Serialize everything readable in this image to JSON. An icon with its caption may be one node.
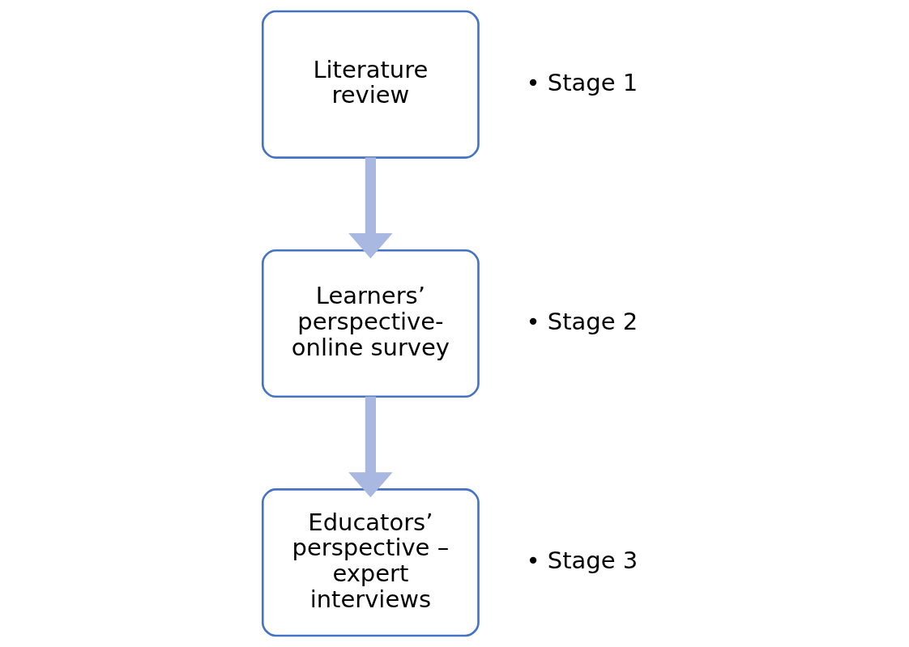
{
  "diagram": {
    "nodes": [
      {
        "text": [
          "Literature review"
        ],
        "beside": [
          "• Stage 1"
        ]
      },
      {
        "text": [
          "Learners’ perspective- online survey"
        ],
        "beside": [
          "• Stage 2"
        ]
      },
      {
        "text": [
          "Educators’ perspective – expert interviews"
        ],
        "beside": [
          "• Stage 3"
        ]
      }
    ],
    "edges": [
      {
        "from": 0,
        "to": 1,
        "arrow": "to"
      },
      {
        "from": 1,
        "to": 2,
        "arrow": "to"
      }
    ]
  }
}
